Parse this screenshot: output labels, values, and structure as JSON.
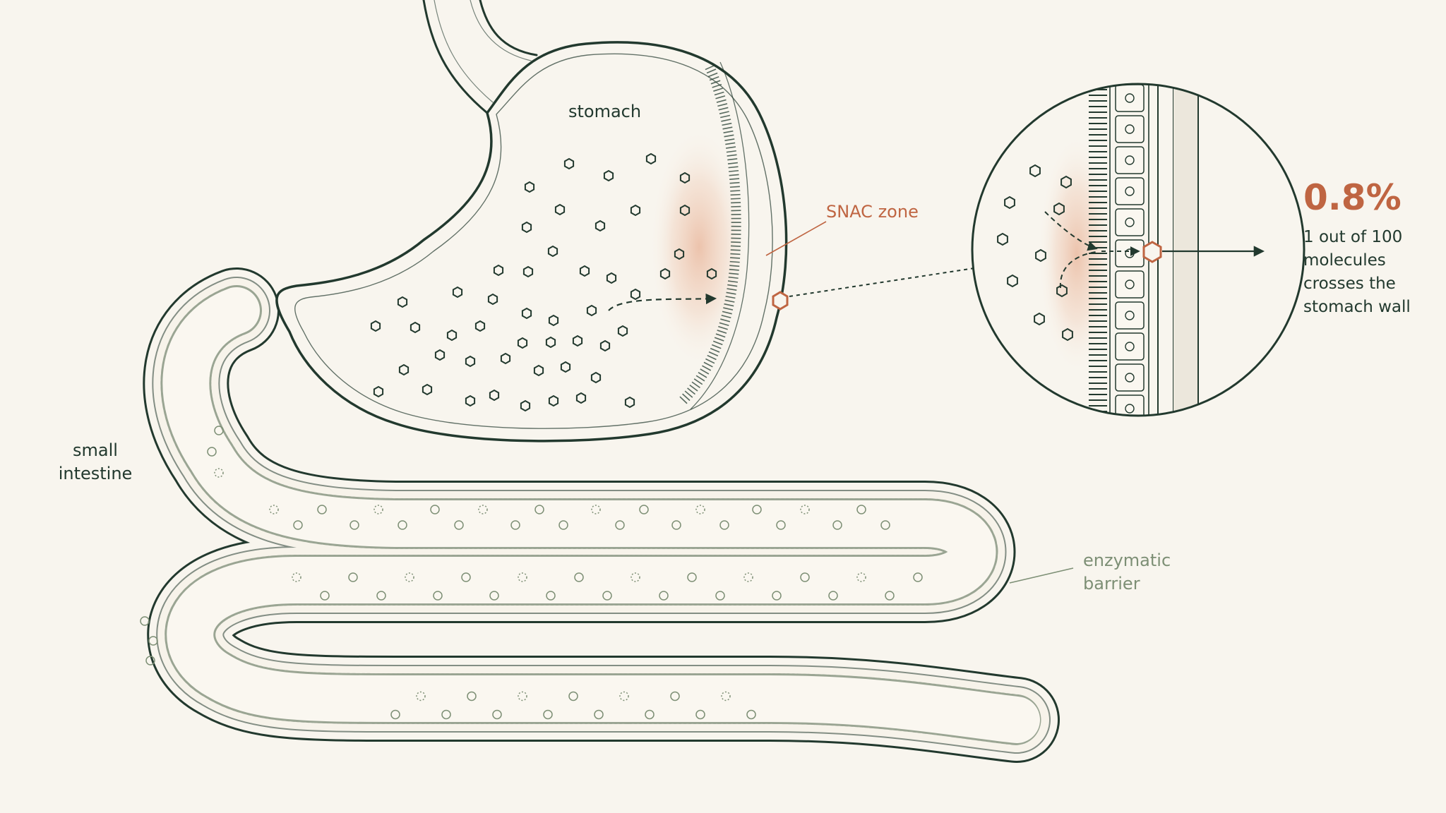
{
  "labels": {
    "stomach": "stomach",
    "small_intestine": "small intestine",
    "snac_zone": "SNAC zone",
    "enzymatic_barrier": "enzymatic barrier"
  },
  "callout": {
    "stat": "0.8%",
    "description": "1 out of 100 molecules crosses the stomach wall"
  },
  "colors": {
    "background": "#f8f5ee",
    "outline": "#22392e",
    "accent": "#bf6542",
    "muted": "#7d8f75"
  }
}
